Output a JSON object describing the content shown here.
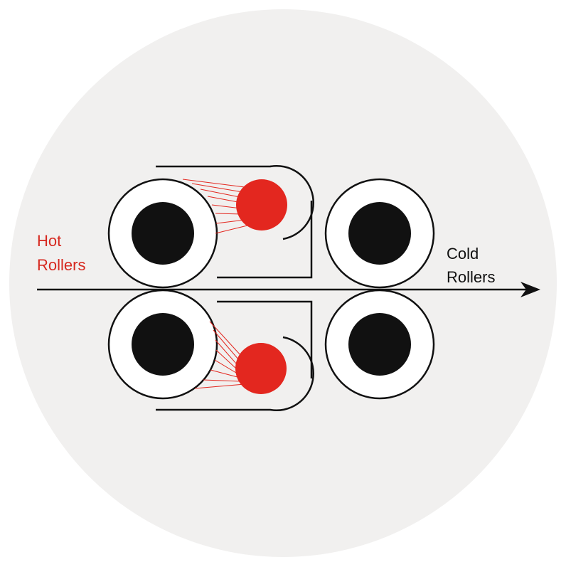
{
  "labels": {
    "hot_line1": "Hot",
    "hot_line2": "Rollers",
    "cold_line1": "Cold",
    "cold_line2": "Rollers"
  },
  "colors": {
    "background_disc": "#f1f0ef",
    "stroke": "#111111",
    "roller_core": "#111111",
    "roller_ring": "#ffffff",
    "heater": "#e3271f",
    "hot_label": "#d6281f",
    "cold_label": "#111111"
  }
}
